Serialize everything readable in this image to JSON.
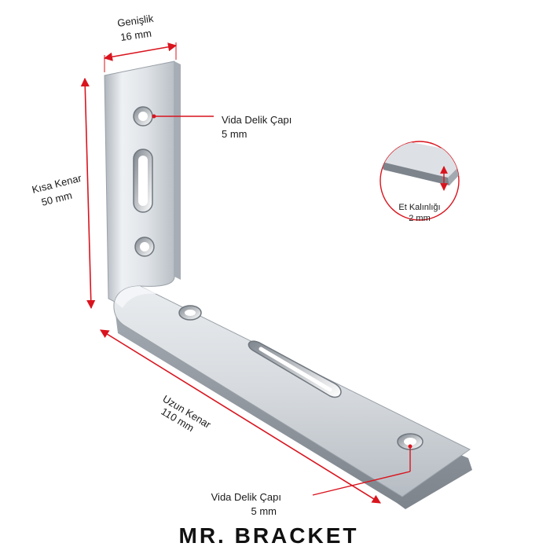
{
  "labels": {
    "width_title": "Genişlik",
    "width_value": "16 mm",
    "short_edge_title": "Kısa Kenar",
    "short_edge_value": "50 mm",
    "hole_top_title": "Vida Delik Çapı",
    "hole_top_value": "5 mm",
    "thickness_title": "Et Kalınlığı",
    "thickness_value": "2 mm",
    "long_edge_title": "Uzun Kenar",
    "long_edge_value": "110 mm",
    "hole_bottom_title": "Vida Delik Çapı",
    "hole_bottom_value": "5 mm"
  },
  "brand": {
    "name": "MR. BRACKET"
  },
  "colors": {
    "dimension_red": "#d9141e",
    "metal_light": "#eef1f4",
    "metal_mid": "#c7ccd2",
    "metal_dark": "#8e959d",
    "text": "#1a1a1a"
  }
}
